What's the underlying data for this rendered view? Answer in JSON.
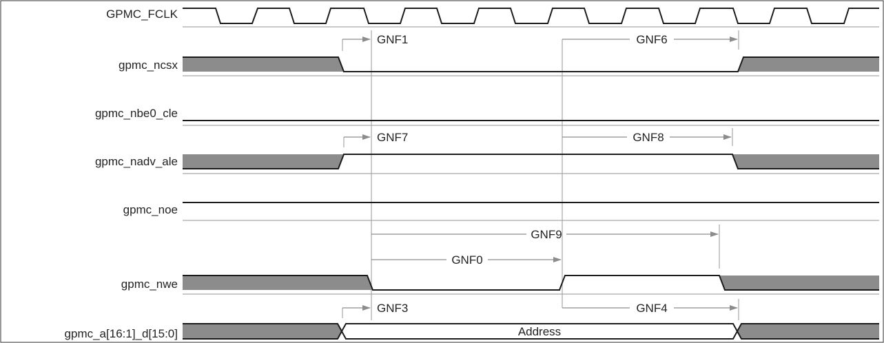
{
  "diagram": {
    "signals": [
      {
        "id": "clk",
        "label": "GPMC_FCLK"
      },
      {
        "id": "ncs",
        "label": "gpmc_ncsx"
      },
      {
        "id": "nbe",
        "label": "gpmc_nbe0_cle"
      },
      {
        "id": "nadv",
        "label": "gpmc_nadv_ale"
      },
      {
        "id": "noe",
        "label": "gpmc_noe"
      },
      {
        "id": "nwe",
        "label": "gpmc_nwe"
      },
      {
        "id": "bus",
        "label": "gpmc_a[16:1]_d[15:0]"
      }
    ],
    "bus_value": "Address",
    "timing_params": [
      {
        "id": "gnf1",
        "label": "GNF1"
      },
      {
        "id": "gnf6",
        "label": "GNF6"
      },
      {
        "id": "gnf7",
        "label": "GNF7"
      },
      {
        "id": "gnf8",
        "label": "GNF8"
      },
      {
        "id": "gnf9",
        "label": "GNF9"
      },
      {
        "id": "gnf0",
        "label": "GNF0"
      },
      {
        "id": "gnf3",
        "label": "GNF3"
      },
      {
        "id": "gnf4",
        "label": "GNF4"
      }
    ],
    "colors": {
      "signal_fill": "#8c8c8c",
      "line": "#1a1a1a",
      "guide_line": "#a6a6a6",
      "border": "#333333"
    }
  }
}
